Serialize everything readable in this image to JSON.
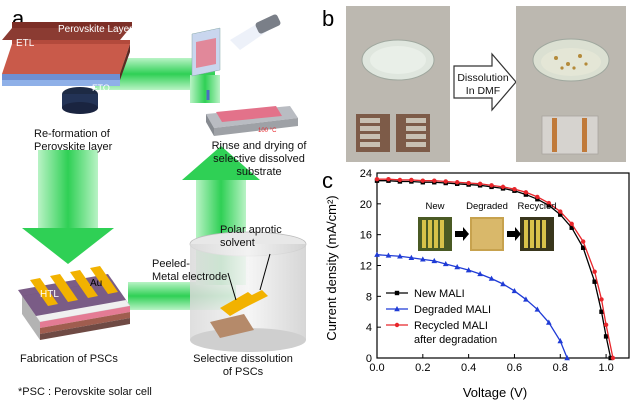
{
  "panels": {
    "a": "a",
    "b": "b",
    "c": "c"
  },
  "schematic": {
    "stack_labels": {
      "perovskite": "Perovskite Layer",
      "etl": "ETL",
      "fto": "FTO"
    },
    "htl": "HTL",
    "au": "Au",
    "hotplate_temp": "100 °C",
    "reformation": "Re-formation of\nPerovskite layer",
    "rinse": "Rinse and drying of\nselective dissolved\nsubstrate",
    "fabrication": "Fabrication of PSCs",
    "selective": "Selective dissolution\nof PSCs",
    "polar": "Polar aprotic\nsolvent",
    "peeled": "Peeled-\nMetal electrode",
    "footnote": "*PSC : Perovskite solar cell"
  },
  "photos": {
    "dissolution": "Dissolution\nIn DMF"
  },
  "inset_labels": [
    "New",
    "Degraded",
    "Recycled"
  ],
  "colors": {
    "green_arrow": "#3cd35a",
    "red": "#e8262b",
    "blue": "#1f3bd6",
    "black": "#000000"
  },
  "chart_data": {
    "type": "line",
    "xlabel": "Voltage (V)",
    "ylabel": "Current density (mA/cm²)",
    "xlim": [
      0.0,
      1.1
    ],
    "ylim": [
      0,
      24
    ],
    "xticks": [
      "0.0",
      "0.2",
      "0.4",
      "0.6",
      "0.8",
      "1.0"
    ],
    "yticks": [
      "0",
      "4",
      "8",
      "12",
      "16",
      "20",
      "24"
    ],
    "legend_position": "lower-left",
    "series": [
      {
        "name": "New MALI",
        "color": "#000000",
        "marker": "square",
        "x": [
          0.0,
          0.05,
          0.1,
          0.15,
          0.2,
          0.25,
          0.3,
          0.35,
          0.4,
          0.45,
          0.5,
          0.55,
          0.6,
          0.65,
          0.7,
          0.75,
          0.8,
          0.85,
          0.9,
          0.95,
          0.98,
          1.0,
          1.02
        ],
        "y": [
          23.0,
          23.0,
          22.9,
          22.9,
          22.8,
          22.8,
          22.7,
          22.6,
          22.5,
          22.4,
          22.2,
          22.0,
          21.7,
          21.2,
          20.6,
          19.8,
          18.6,
          16.9,
          14.3,
          9.9,
          6.0,
          2.8,
          0.0
        ]
      },
      {
        "name": "Degraded MALI",
        "color": "#1f3bd6",
        "marker": "triangle",
        "x": [
          0.0,
          0.05,
          0.1,
          0.15,
          0.2,
          0.25,
          0.3,
          0.35,
          0.4,
          0.45,
          0.5,
          0.55,
          0.6,
          0.65,
          0.7,
          0.75,
          0.8,
          0.83
        ],
        "y": [
          13.4,
          13.3,
          13.2,
          13.0,
          12.8,
          12.6,
          12.2,
          11.8,
          11.4,
          10.9,
          10.3,
          9.6,
          8.7,
          7.6,
          6.3,
          4.6,
          2.2,
          0.0
        ]
      },
      {
        "name": "Recycled MALI\nafter degradation",
        "color": "#e8262b",
        "marker": "circle",
        "x": [
          0.0,
          0.05,
          0.1,
          0.15,
          0.2,
          0.25,
          0.3,
          0.35,
          0.4,
          0.45,
          0.5,
          0.55,
          0.6,
          0.65,
          0.7,
          0.75,
          0.8,
          0.85,
          0.9,
          0.95,
          0.98,
          1.0,
          1.03
        ],
        "y": [
          23.2,
          23.2,
          23.1,
          23.1,
          23.0,
          23.0,
          22.9,
          22.8,
          22.7,
          22.6,
          22.4,
          22.2,
          21.9,
          21.5,
          20.9,
          20.1,
          19.0,
          17.4,
          15.1,
          11.2,
          7.6,
          4.3,
          0.0
        ]
      }
    ]
  }
}
